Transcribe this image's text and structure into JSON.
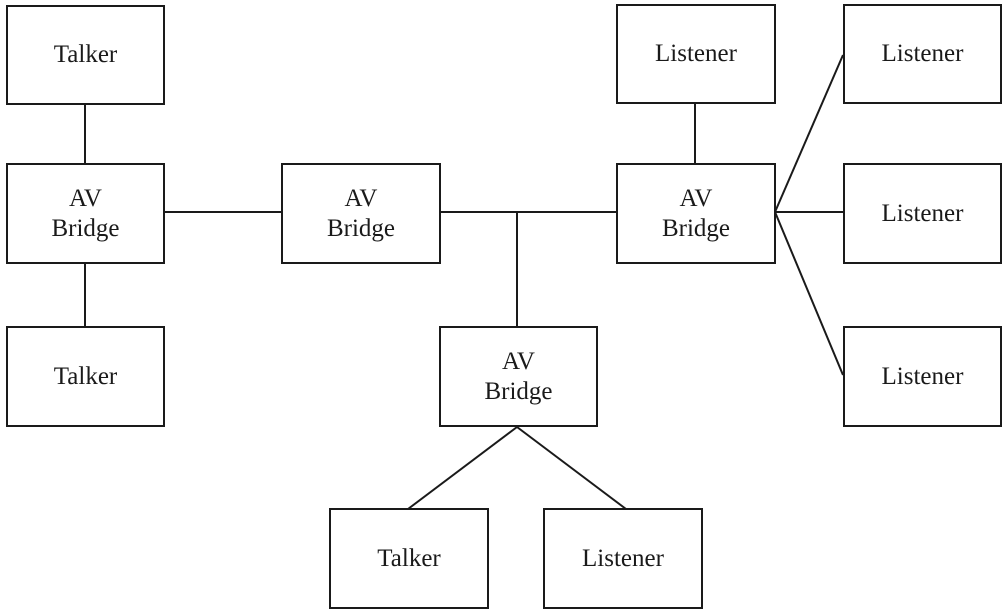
{
  "diagram": {
    "nodes": [
      {
        "id": "talker-top-left",
        "lines": [
          "Talker"
        ]
      },
      {
        "id": "bridge-left",
        "lines": [
          "AV",
          "Bridge"
        ]
      },
      {
        "id": "talker-bottom-left",
        "lines": [
          "Talker"
        ]
      },
      {
        "id": "bridge-center",
        "lines": [
          "AV",
          "Bridge"
        ]
      },
      {
        "id": "bridge-lower",
        "lines": [
          "AV",
          "Bridge"
        ]
      },
      {
        "id": "talker-bottom",
        "lines": [
          "Talker"
        ]
      },
      {
        "id": "listener-bottom",
        "lines": [
          "Listener"
        ]
      },
      {
        "id": "bridge-right",
        "lines": [
          "AV",
          "Bridge"
        ]
      },
      {
        "id": "listener-top",
        "lines": [
          "Listener"
        ]
      },
      {
        "id": "listener-right-1",
        "lines": [
          "Listener"
        ]
      },
      {
        "id": "listener-right-2",
        "lines": [
          "Listener"
        ]
      },
      {
        "id": "listener-right-3",
        "lines": [
          "Listener"
        ]
      }
    ],
    "edges": [
      [
        "talker-top-left",
        "bridge-left"
      ],
      [
        "bridge-left",
        "talker-bottom-left"
      ],
      [
        "bridge-left",
        "bridge-center"
      ],
      [
        "bridge-center",
        "bridge-right"
      ],
      [
        "bridge-center",
        "bridge-lower"
      ],
      [
        "bridge-lower",
        "talker-bottom"
      ],
      [
        "bridge-lower",
        "listener-bottom"
      ],
      [
        "listener-top",
        "bridge-right"
      ],
      [
        "bridge-right",
        "listener-right-1"
      ],
      [
        "bridge-right",
        "listener-right-2"
      ],
      [
        "bridge-right",
        "listener-right-3"
      ]
    ]
  },
  "colors": {
    "stroke": "#1a1a1a",
    "background": "#ffffff"
  }
}
